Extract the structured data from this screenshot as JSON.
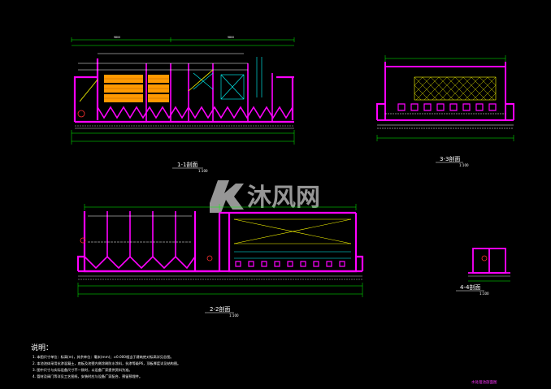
{
  "sections": {
    "s11": {
      "title": "1-1剖面",
      "scale": "1:100"
    },
    "s22": {
      "title": "2-2剖面",
      "scale": "1:100"
    },
    "s33": {
      "title": "3-3剖面",
      "scale": "1:100"
    },
    "s44": {
      "title": "4-4剖面",
      "scale": "1:100"
    }
  },
  "watermark": {
    "text": "沐风网"
  },
  "notes": {
    "title": "说明：",
    "lines": [
      "1. 本图尺寸单位：标高(m)，其余单位：毫米(mm)；±0.000相当于建筑绝对标高详见总图。",
      "2. 本池池体采用抗渗混凝土，底板及池壁内侧涂刷防水涂料，抗渗等级P6，顶板厚度详见结构图。",
      "3. 图中尺寸与实际设备尺寸不一致时，以设备厂家提供资料为准。",
      "4. 管材及阀门等详见工艺图纸，安装时应与设备厂家配合，预留预埋件。"
    ]
  },
  "drawing_name": "水处理池剖面图",
  "colors": {
    "wall": "#ff00ff",
    "line": "#ffffff",
    "dim": "#00ff00",
    "cyan": "#00ffff",
    "yellow": "#ffff00",
    "orange": "#ff9900",
    "red": "#ff3030"
  }
}
